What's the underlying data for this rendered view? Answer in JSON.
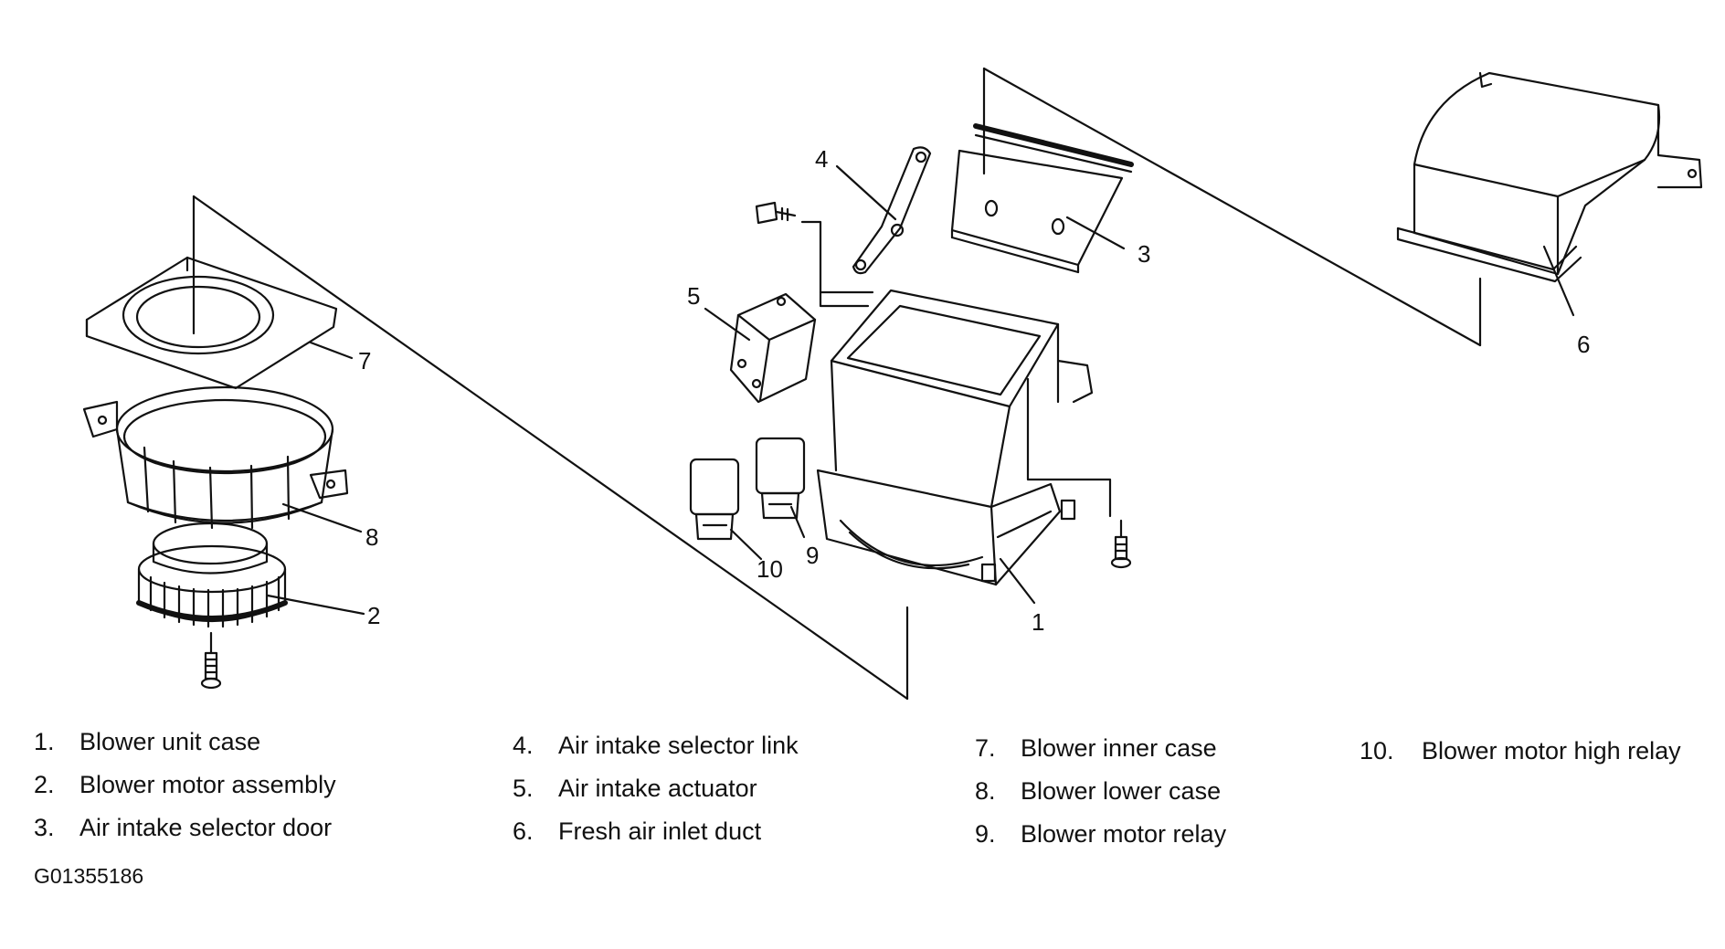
{
  "callouts": [
    "1",
    "2",
    "3",
    "4",
    "5",
    "6",
    "7",
    "8",
    "9",
    "10"
  ],
  "legend": [
    {
      "num": "1.",
      "label": "Blower unit case"
    },
    {
      "num": "2.",
      "label": "Blower motor assembly"
    },
    {
      "num": "3.",
      "label": "Air intake selector door"
    },
    {
      "num": "4.",
      "label": "Air intake selector link"
    },
    {
      "num": "5.",
      "label": "Air intake actuator"
    },
    {
      "num": "6.",
      "label": "Fresh air inlet duct"
    },
    {
      "num": "7.",
      "label": "Blower inner case"
    },
    {
      "num": "8.",
      "label": "Blower lower case"
    },
    {
      "num": "9.",
      "label": "Blower motor relay"
    },
    {
      "num": "10.",
      "label": "Blower motor high relay"
    }
  ],
  "figure_id": "G01355186",
  "colors": {
    "line": "#111111",
    "background": "#ffffff"
  }
}
